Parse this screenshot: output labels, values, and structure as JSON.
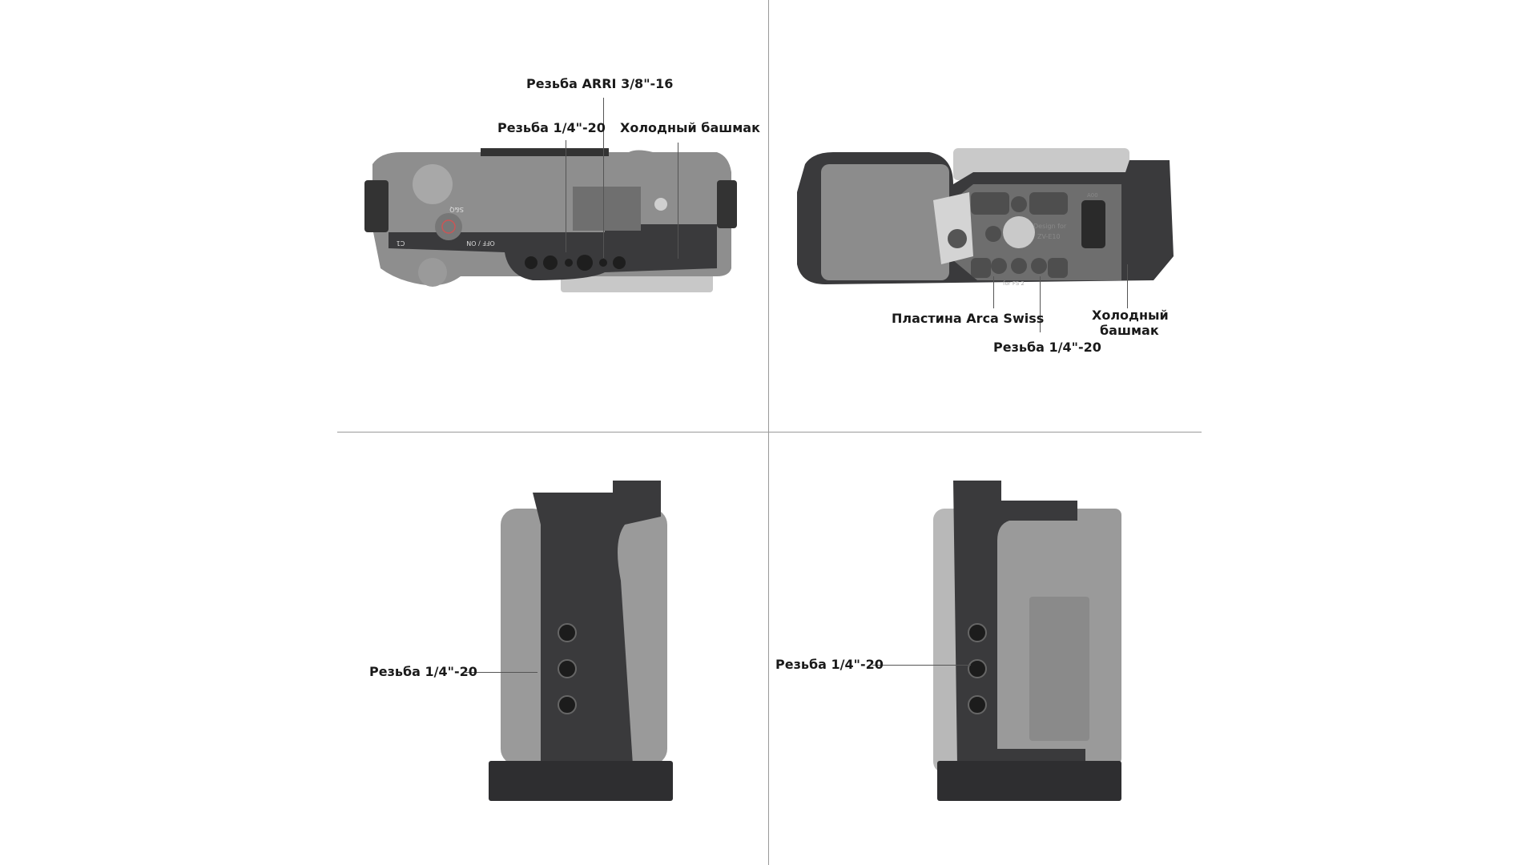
{
  "panels": {
    "top_view": {
      "labels": {
        "arri_thread": "Резьба ARRI 3/8\"-16",
        "quarter_thread": "Резьба 1/4\"-20",
        "cold_shoe": "Холодный башмак"
      },
      "camera_markings": [
        "OFF / ON",
        "C1",
        "S&Q"
      ]
    },
    "bottom_view": {
      "labels": {
        "arca_plate": "Пластина Arca Swiss",
        "quarter_thread": "Резьба 1/4\"-20",
        "cold_shoe_line1": "Холодный",
        "cold_shoe_line2": "башмак"
      },
      "plate_markings": [
        "Design for",
        "ZV-E10",
        "for FS 2",
        "A00"
      ]
    },
    "left_side_view": {
      "labels": {
        "quarter_thread": "Резьба 1/4\"-20"
      }
    },
    "right_side_view": {
      "labels": {
        "quarter_thread": "Резьба 1/4\"-20"
      }
    }
  },
  "colors": {
    "cage": "#3a3a3c",
    "camera": "#8e8e8e",
    "divider": "#9a9a9a"
  }
}
